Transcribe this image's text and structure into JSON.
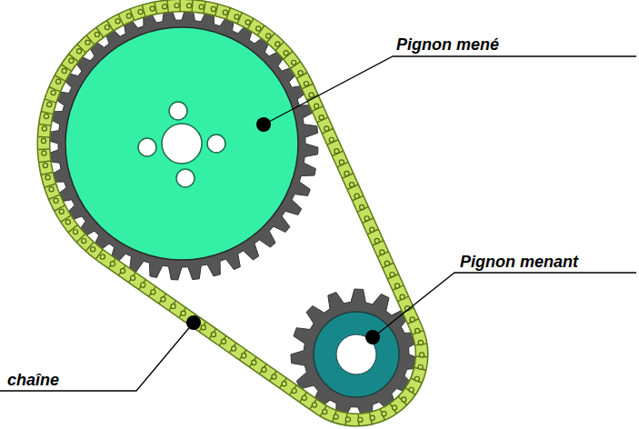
{
  "diagram": {
    "labels": [
      "Pignon mené",
      "Pignon menant",
      "chaîne"
    ]
  }
}
